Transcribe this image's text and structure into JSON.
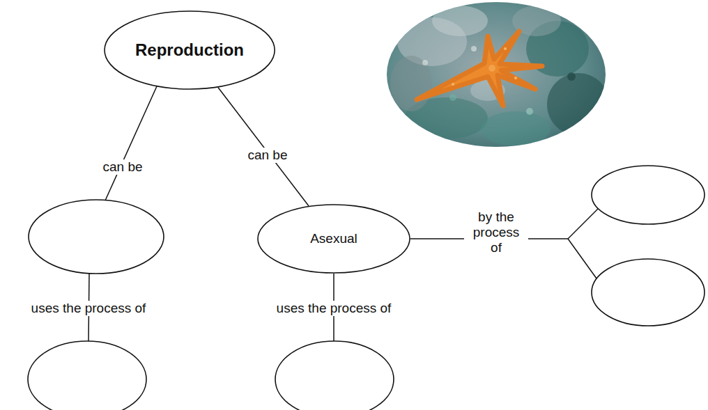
{
  "diagram": {
    "nodes": [
      {
        "text": [
          "Reproduction"
        ]
      },
      {
        "text": [
          "Asexual"
        ]
      }
    ],
    "edges": [
      {
        "from": 0,
        "to": 1,
        "label": "can be",
        "arrow": "none"
      }
    ],
    "labels": [
      "can be",
      "uses the process of",
      "uses the process of",
      "by the process of"
    ]
  }
}
